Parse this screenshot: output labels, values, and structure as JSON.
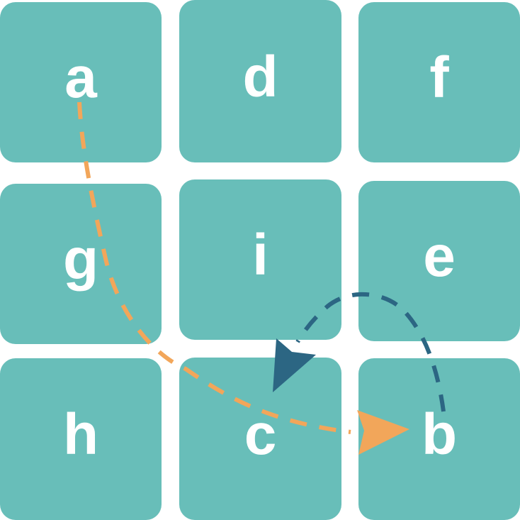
{
  "colors": {
    "tile": "#68BEB9",
    "letter": "#FFFFFF",
    "orange_path": "#F2A65A",
    "blue_path": "#2C6683",
    "background": "#FFFFFF"
  },
  "tiles": [
    {
      "label": "a"
    },
    {
      "label": "d"
    },
    {
      "label": "f"
    },
    {
      "label": "g"
    },
    {
      "label": "i"
    },
    {
      "label": "e"
    },
    {
      "label": "h"
    },
    {
      "label": "c"
    },
    {
      "label": "b"
    }
  ],
  "paths": [
    {
      "from": "a",
      "to": "b",
      "via": [
        "g",
        "c"
      ],
      "color": "orange",
      "style": "dashed",
      "arrow": "end"
    },
    {
      "from": "b",
      "to": "c",
      "via": [
        "e"
      ],
      "color": "blue",
      "style": "dashed",
      "arrow": "end"
    }
  ]
}
